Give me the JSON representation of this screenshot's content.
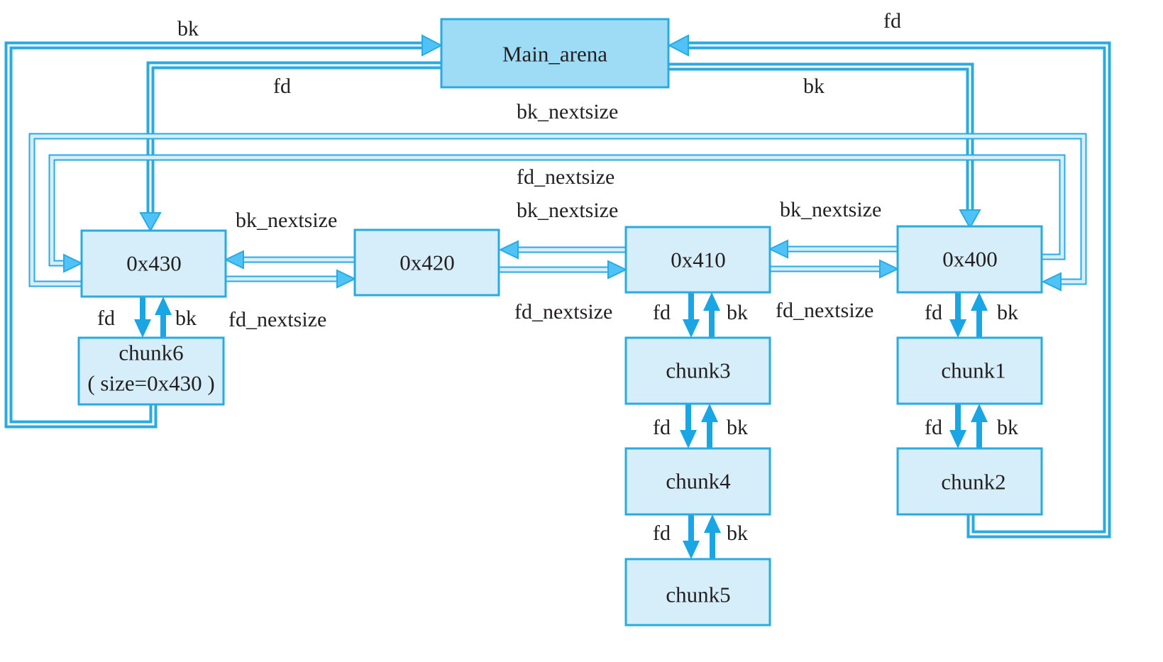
{
  "diagram": {
    "nodes": {
      "main_arena": "Main_arena",
      "bin_0x430": "0x430",
      "bin_0x420": "0x420",
      "bin_0x410": "0x410",
      "bin_0x400": "0x400",
      "chunk6_line1": "chunk6",
      "chunk6_line2": "( size=0x430 )",
      "chunk3": "chunk3",
      "chunk4": "chunk4",
      "chunk5": "chunk5",
      "chunk1": "chunk1",
      "chunk2": "chunk2"
    },
    "labels": {
      "top_left_bk": "bk",
      "top_right_fd": "fd",
      "main_fd": "fd",
      "main_bk": "bk",
      "outer_bk_nextsize": "bk_nextsize",
      "outer_fd_nextsize": "fd_nextsize",
      "bk_nextsize_430_420": "bk_nextsize",
      "fd_nextsize_430_420": "fd_nextsize",
      "bk_nextsize_420_410": "bk_nextsize",
      "fd_nextsize_420_410": "fd_nextsize",
      "bk_nextsize_410_400": "bk_nextsize",
      "fd_nextsize_410_400": "fd_nextsize",
      "fd_430_chunk6": "fd",
      "bk_430_chunk6": "bk",
      "fd_410_chunk3": "fd",
      "bk_410_chunk3": "bk",
      "fd_chunk3_chunk4": "fd",
      "bk_chunk3_chunk4": "bk",
      "fd_chunk4_chunk5": "fd",
      "bk_chunk4_chunk5": "bk",
      "fd_400_chunk1": "fd",
      "bk_400_chunk1": "bk",
      "fd_chunk1_chunk2": "fd",
      "bk_chunk1_chunk2": "bk"
    },
    "colors": {
      "node_fill": "#d6eef9",
      "main_fill": "#9edcf6",
      "stroke": "#29abe2",
      "arrow_solid": "#1aa6e4"
    }
  }
}
